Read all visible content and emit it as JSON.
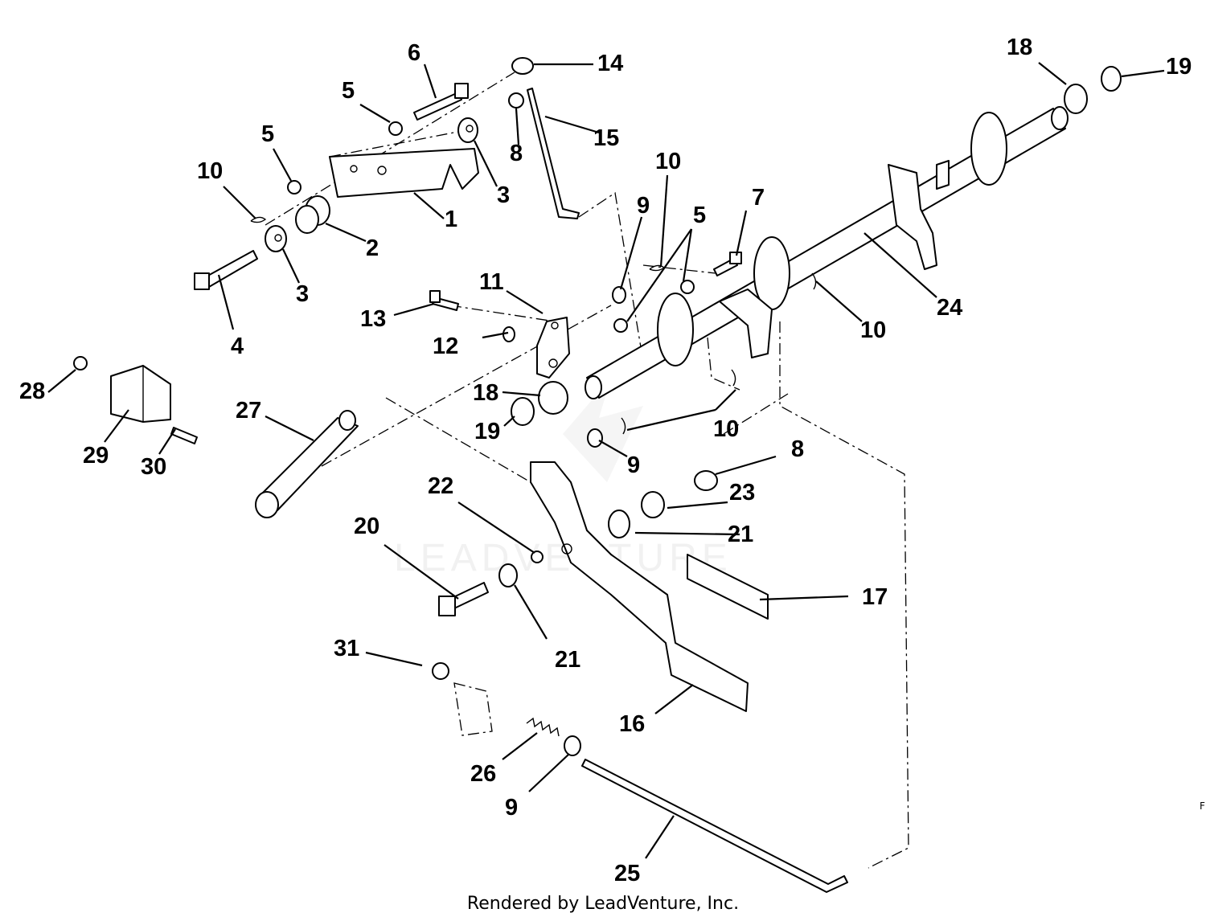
{
  "footer": {
    "text": "Rendered by LeadVenture, Inc."
  },
  "watermark": {
    "text": "LEADVENTURE"
  },
  "corner_mark": "F",
  "callouts": [
    {
      "id": "c1",
      "label": "1"
    },
    {
      "id": "c2",
      "label": "2"
    },
    {
      "id": "c3a",
      "label": "3"
    },
    {
      "id": "c3b",
      "label": "3"
    },
    {
      "id": "c4",
      "label": "4"
    },
    {
      "id": "c5a",
      "label": "5"
    },
    {
      "id": "c5b",
      "label": "5"
    },
    {
      "id": "c5c",
      "label": "5"
    },
    {
      "id": "c6",
      "label": "6"
    },
    {
      "id": "c7",
      "label": "7"
    },
    {
      "id": "c8a",
      "label": "8"
    },
    {
      "id": "c8b",
      "label": "8"
    },
    {
      "id": "c9a",
      "label": "9"
    },
    {
      "id": "c9b",
      "label": "9"
    },
    {
      "id": "c9c",
      "label": "9"
    },
    {
      "id": "c10a",
      "label": "10"
    },
    {
      "id": "c10b",
      "label": "10"
    },
    {
      "id": "c10c",
      "label": "10"
    },
    {
      "id": "c10d",
      "label": "10"
    },
    {
      "id": "c11",
      "label": "11"
    },
    {
      "id": "c12",
      "label": "12"
    },
    {
      "id": "c13",
      "label": "13"
    },
    {
      "id": "c14",
      "label": "14"
    },
    {
      "id": "c15",
      "label": "15"
    },
    {
      "id": "c16",
      "label": "16"
    },
    {
      "id": "c17",
      "label": "17"
    },
    {
      "id": "c18a",
      "label": "18"
    },
    {
      "id": "c18b",
      "label": "18"
    },
    {
      "id": "c19a",
      "label": "19"
    },
    {
      "id": "c19b",
      "label": "19"
    },
    {
      "id": "c20",
      "label": "20"
    },
    {
      "id": "c21a",
      "label": "21"
    },
    {
      "id": "c21b",
      "label": "21"
    },
    {
      "id": "c22",
      "label": "22"
    },
    {
      "id": "c23",
      "label": "23"
    },
    {
      "id": "c24",
      "label": "24"
    },
    {
      "id": "c25",
      "label": "25"
    },
    {
      "id": "c26",
      "label": "26"
    },
    {
      "id": "c27",
      "label": "27"
    },
    {
      "id": "c28",
      "label": "28"
    },
    {
      "id": "c29",
      "label": "29"
    },
    {
      "id": "c30",
      "label": "30"
    },
    {
      "id": "c31",
      "label": "31"
    }
  ]
}
